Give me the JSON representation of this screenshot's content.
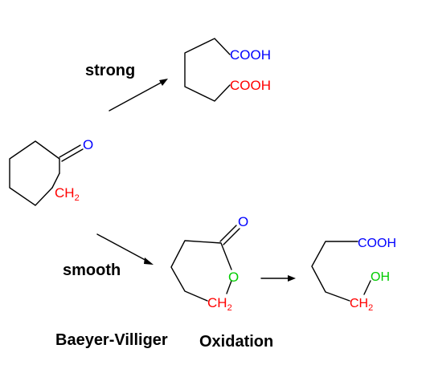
{
  "colors": {
    "bond": "#000000",
    "blue": "#0000ff",
    "red": "#ff0000",
    "green": "#00cc00"
  },
  "labels": {
    "strong": "strong",
    "smooth": "smooth",
    "reaction_name_1": "Baeyer-Villiger",
    "reaction_name_2": "Oxidation"
  },
  "atoms": {
    "ketone_oxygen": "O",
    "ketone_ch": "CH",
    "ketone_sub": "2",
    "diacid_cooh_top": "COOH",
    "diacid_cooh_bottom": "COOH",
    "lactone_carbonyl_o": "O",
    "lactone_ring_o": "O",
    "lactone_ch": "CH",
    "lactone_sub": "2",
    "hydroxyacid_cooh": "COOH",
    "hydroxyacid_oh": "OH",
    "hydroxyacid_ch": "CH",
    "hydroxyacid_sub": "2"
  }
}
